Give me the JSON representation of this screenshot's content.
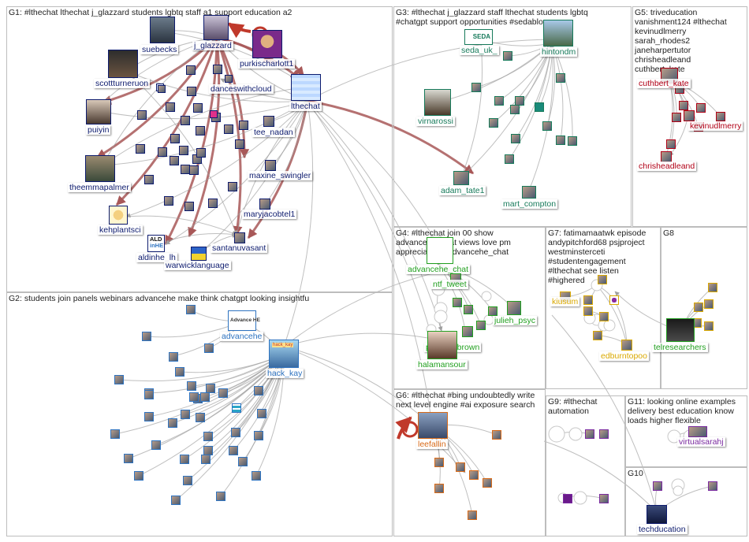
{
  "colors": {
    "navy": "#0d1b6e",
    "teal": "#167a5a",
    "red": "#b00016",
    "green": "#22a020",
    "gold": "#d9a800",
    "blue": "#2e73c0",
    "orange": "#d86a18",
    "purple": "#7a2aa0",
    "edge": "#9c9c9c",
    "edgeStrong": "#a85858"
  },
  "groups": [
    {
      "id": "G1",
      "title": "G1: #lthechat lthechat j_glazzard students lgbtq staff a1 support education a2"
    },
    {
      "id": "G2",
      "title": "G2: students join panels webinars advancehe make think chatgpt looking insightfu"
    },
    {
      "id": "G3",
      "title": "G3: #lthechat j_glazzard staff lthechat students lgbtq\n#chatgpt support opportunities #sedablogs"
    },
    {
      "id": "G4",
      "title": "G4: #lthechat join 00 show\nadvancehe_chat views love pm\nappreciation #advancehe_chat"
    },
    {
      "id": "G5",
      "title": "G5: triveducation\nvanishment124 #lthechat\nkevinudlmerry\nsarah_rhodes2\njaneharpertutor\nchrisheadleand\ncuthbert_kate"
    },
    {
      "id": "G6",
      "title": "G6: #lthechat #bing undoubtedly write\nnext level engine #ai exposure search"
    },
    {
      "id": "G7",
      "title": "G7: fatimamaatwk episode\nandypitchford68 psjproject\nwestminsterceti\n#studentengagement\n#lthechat see listen\n#highered"
    },
    {
      "id": "G8",
      "title": "G8"
    },
    {
      "id": "G9",
      "title": "G9: #lthechat\nautomation"
    },
    {
      "id": "G10",
      "title": "G10"
    },
    {
      "id": "G11",
      "title": "G11: looking online examples\ndelivery best education know\nloads higher flexible"
    }
  ],
  "named_nodes": [
    {
      "id": "suebecks",
      "label": "suebecks"
    },
    {
      "id": "j_glazzard",
      "label": "j_glazzard"
    },
    {
      "id": "purkischarlott1",
      "label": "purkischarlott1"
    },
    {
      "id": "scottturneruon",
      "label": "scottturneruon"
    },
    {
      "id": "danceswithcloud",
      "label": "danceswithcloud"
    },
    {
      "id": "lthechat",
      "label": "lthechat"
    },
    {
      "id": "puiyin",
      "label": "puiyin"
    },
    {
      "id": "tee_nadan",
      "label": "tee_nadan"
    },
    {
      "id": "theemmapalmer",
      "label": "theemmapalmer"
    },
    {
      "id": "maxine_swingler",
      "label": "maxine_swingler"
    },
    {
      "id": "maryjacobtel1",
      "label": "maryjacobtel1"
    },
    {
      "id": "kehplantsci",
      "label": "kehplantsci"
    },
    {
      "id": "santanuvasant",
      "label": "santanuvasant"
    },
    {
      "id": "aldinhe_lh",
      "label": "aldinhe_lh"
    },
    {
      "id": "warwicklanguage",
      "label": "warwicklanguage"
    },
    {
      "id": "seda_uk_",
      "label": "seda_uk_"
    },
    {
      "id": "hintondm",
      "label": "hintondm"
    },
    {
      "id": "virnarossi",
      "label": "virnarossi"
    },
    {
      "id": "adam_tate1",
      "label": "adam_tate1"
    },
    {
      "id": "mart_compton",
      "label": "mart_compton"
    },
    {
      "id": "cuthbert_kate",
      "label": "cuthbert_kate"
    },
    {
      "id": "kevinudlmerry",
      "label": "kevinudlmerry"
    },
    {
      "id": "chrisheadleand",
      "label": "chrisheadleand"
    },
    {
      "id": "advancehe",
      "label": "advancehe"
    },
    {
      "id": "hack_kay",
      "label": "hack_kay"
    },
    {
      "id": "advancehe_chat",
      "label": "advancehe_chat"
    },
    {
      "id": "ntf_tweet",
      "label": "ntf_tweet"
    },
    {
      "id": "julieh_psyc",
      "label": "julieh_psyc"
    },
    {
      "id": "perfectlybrown",
      "label": "perfectlybrown"
    },
    {
      "id": "halamansour",
      "label": "halamansour"
    },
    {
      "id": "kiusum",
      "label": "kiusum"
    },
    {
      "id": "edburntopoo",
      "label": "edburntopoo"
    },
    {
      "id": "telresearchers",
      "label": "telresearchers"
    },
    {
      "id": "leefallin",
      "label": "leefallin"
    },
    {
      "id": "virtualsarahj",
      "label": "virtualsarahj"
    },
    {
      "id": "techducation",
      "label": "techducation"
    }
  ],
  "logos": {
    "seda": "SEDA",
    "aldinhe_line1": "ALD",
    "aldinhe_line2": "inHE",
    "advancehe_logo": "Advance HE",
    "hack_kay_sign": "hack_kay"
  }
}
